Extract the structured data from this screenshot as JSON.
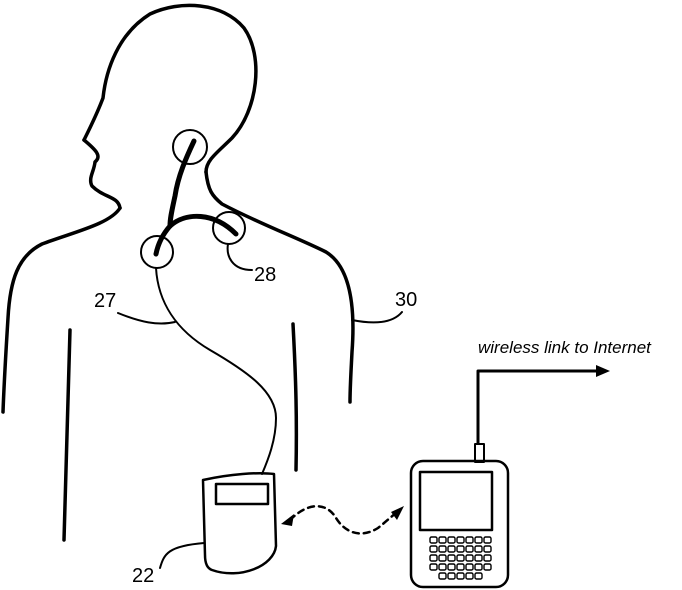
{
  "figure": {
    "labels": {
      "monitor": "22",
      "lead_wire": "27",
      "electrode": "28",
      "body": "30"
    },
    "wireless_caption": "wireless link to Internet"
  }
}
